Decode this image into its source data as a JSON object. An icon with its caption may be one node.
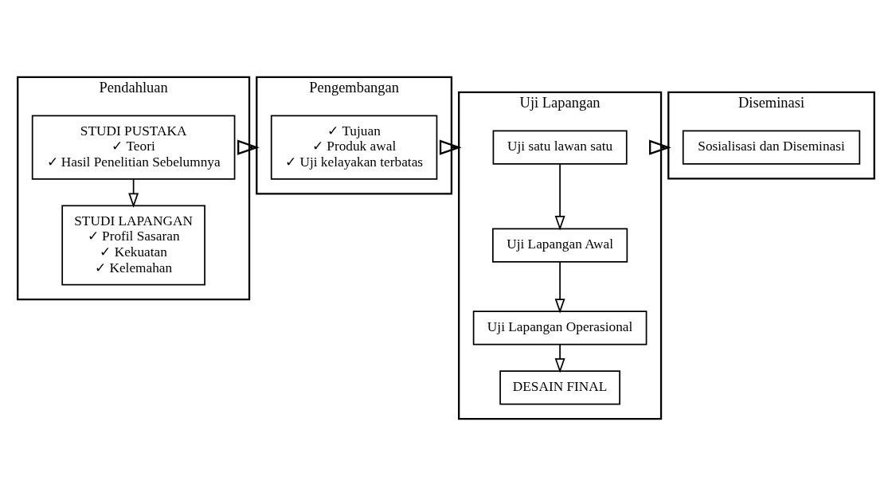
{
  "diagram": {
    "nodes": [
      {
        "text": [
          "Pendahluan"
        ]
      },
      {
        "text": [
          "STUDI PUSTAKA",
          "✓ Teori",
          "✓ Hasil Penelitian Sebelumnya"
        ],
        "in": 0
      },
      {
        "text": [
          "STUDI LAPANGAN",
          "✓ Profil Sasaran",
          "✓ Kekuatan",
          "✓ Kelemahan"
        ],
        "in": 0
      },
      {
        "text": [
          "Pengembangan"
        ]
      },
      {
        "text": [
          "✓ Tujuan",
          "✓ Produk awal",
          "✓ Uji kelayakan terbatas"
        ],
        "in": 3
      },
      {
        "text": [
          "Uji Lapangan"
        ]
      },
      {
        "text": [
          "Uji satu lawan satu"
        ],
        "in": 5
      },
      {
        "text": [
          "Uji Lapangan Awal"
        ],
        "in": 5
      },
      {
        "text": [
          "Uji Lapangan Operasional"
        ],
        "in": 5
      },
      {
        "text": [
          "DESAIN FINAL"
        ],
        "in": 5
      },
      {
        "text": [
          "Diseminasi"
        ]
      },
      {
        "text": [
          "Sosialisasi dan Diseminasi"
        ],
        "in": 10
      }
    ],
    "edges": [
      {
        "from": 1,
        "to": 2,
        "arrow": "to"
      },
      {
        "from": 6,
        "to": 7,
        "arrow": "to"
      },
      {
        "from": 7,
        "to": 8,
        "arrow": "to"
      },
      {
        "from": 8,
        "to": 9,
        "arrow": "to"
      },
      {
        "from": 0,
        "to": 3,
        "arrow": "to"
      },
      {
        "from": 3,
        "to": 5,
        "arrow": "to"
      },
      {
        "from": 5,
        "to": 10,
        "arrow": "to"
      }
    ]
  }
}
